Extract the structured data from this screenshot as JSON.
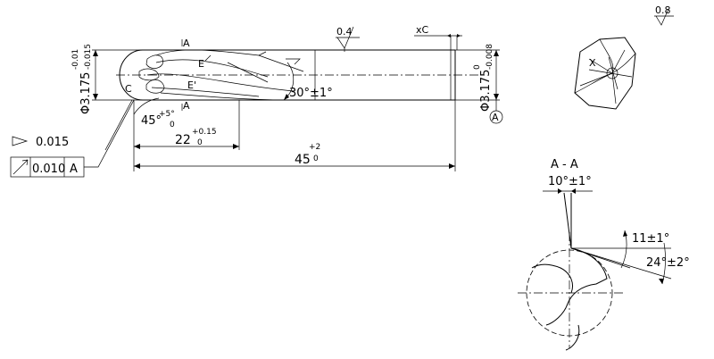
{
  "drawing": {
    "diameter_main": "Φ3.175",
    "diameter_main_upper": "-0.01",
    "diameter_main_lower": "-0.015",
    "diameter_shank": "Φ3.175",
    "diameter_shank_upper": "0",
    "diameter_shank_lower": "-0.008",
    "section_mark": "A",
    "point_c": "C",
    "point_e1": "E",
    "point_e2": "E'",
    "label_x": "X",
    "flute_length": "22",
    "flute_length_upper": "+0.15",
    "flute_length_lower": "0",
    "total_length": "45",
    "total_length_upper": "+2",
    "total_length_lower": "0",
    "helix_angle": "30°±1°",
    "end_angle": "45°",
    "end_angle_upper": "+5°",
    "end_angle_lower": "0",
    "roughness_top": "0.4",
    "roughness_corner": "0.8",
    "chamfer_note": "xC",
    "datum_a": "A",
    "tol_flatness": "0.015",
    "tol_runout_value": "0.010",
    "tol_runout_datum": "A",
    "section_title": "A - A",
    "section_rake": "10°±1°",
    "section_angle_1": "11±1°",
    "section_angle_2": "24°±2°"
  }
}
